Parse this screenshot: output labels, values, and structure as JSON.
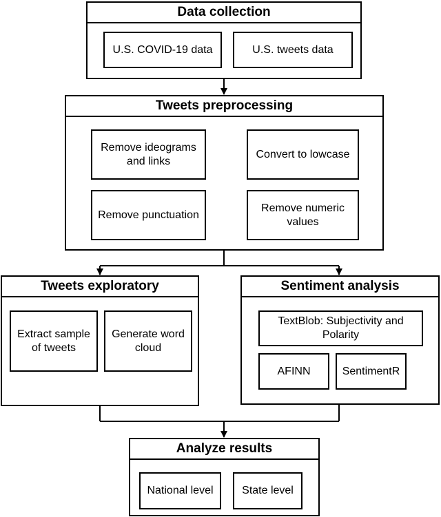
{
  "data_collection": {
    "title": "Data collection",
    "items": [
      "U.S. COVID-19 data",
      "U.S. tweets data"
    ]
  },
  "tweets_preprocessing": {
    "title": "Tweets preprocessing",
    "items": [
      "Remove ideograms and links",
      "Convert to lowcase",
      "Remove punctuation",
      "Remove numeric values"
    ]
  },
  "tweets_exploratory": {
    "title": "Tweets exploratory",
    "items": [
      "Extract sample of tweets",
      "Generate word cloud"
    ]
  },
  "sentiment_analysis": {
    "title": "Sentiment analysis",
    "items": [
      "TextBlob: Subjectivity and Polarity",
      "AFINN",
      "SentimentR"
    ]
  },
  "analyze_results": {
    "title": "Analyze results",
    "items": [
      "National level",
      "State level"
    ]
  }
}
